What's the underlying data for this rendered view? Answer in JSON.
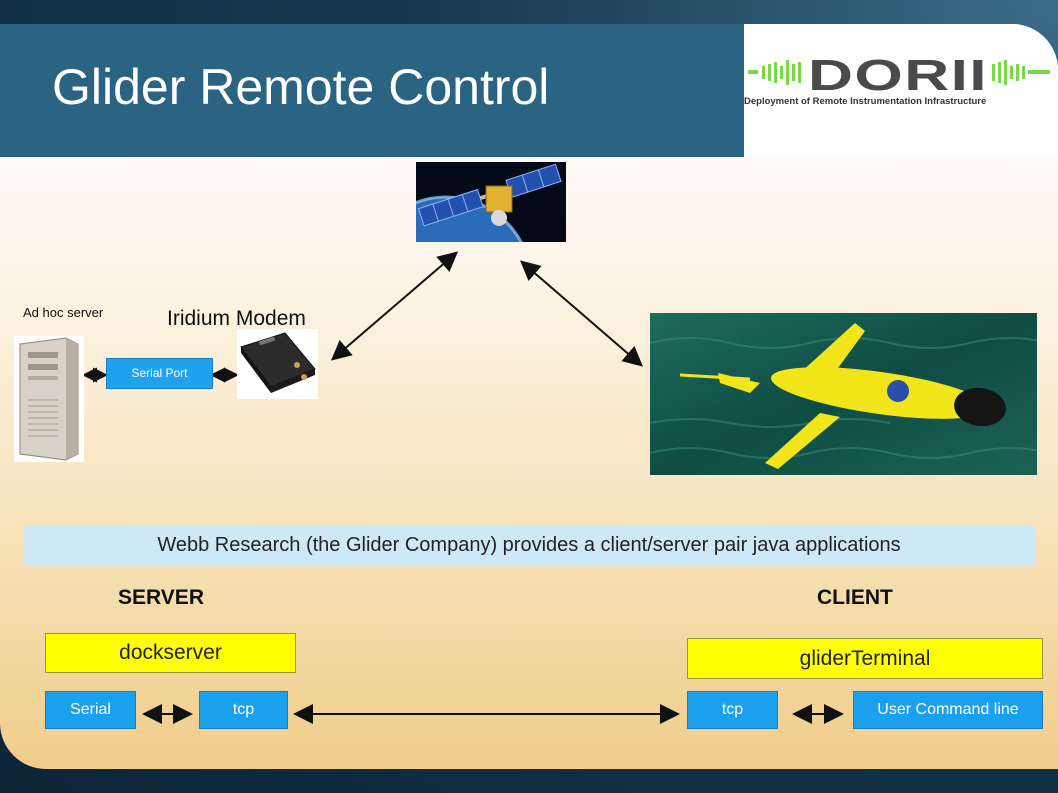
{
  "slide": {
    "title": "Glider Remote Control"
  },
  "logo": {
    "wordmark": "DORII",
    "tagline": "Deployment of Remote Instrumentation Infrastructure"
  },
  "top_diagram": {
    "ad_hoc_server_label": "Ad hoc server",
    "iridium_modem_label": "Iridium Modem",
    "serial_port_label": "Serial Port"
  },
  "banner": {
    "text": "Webb Research (the Glider Company) provides a client/server pair java applications"
  },
  "server": {
    "heading": "SERVER",
    "app_name": "dockserver",
    "serial_label": "Serial",
    "tcp_label": "tcp"
  },
  "client": {
    "heading": "CLIENT",
    "app_name": "gliderTerminal",
    "tcp_label": "tcp",
    "command_line_label": "User Command line"
  },
  "colors": {
    "title_bar": "#2b6382",
    "box_blue": "#20a2ec",
    "box_yellow": "#ffff00",
    "banner": "#cde9f8"
  }
}
